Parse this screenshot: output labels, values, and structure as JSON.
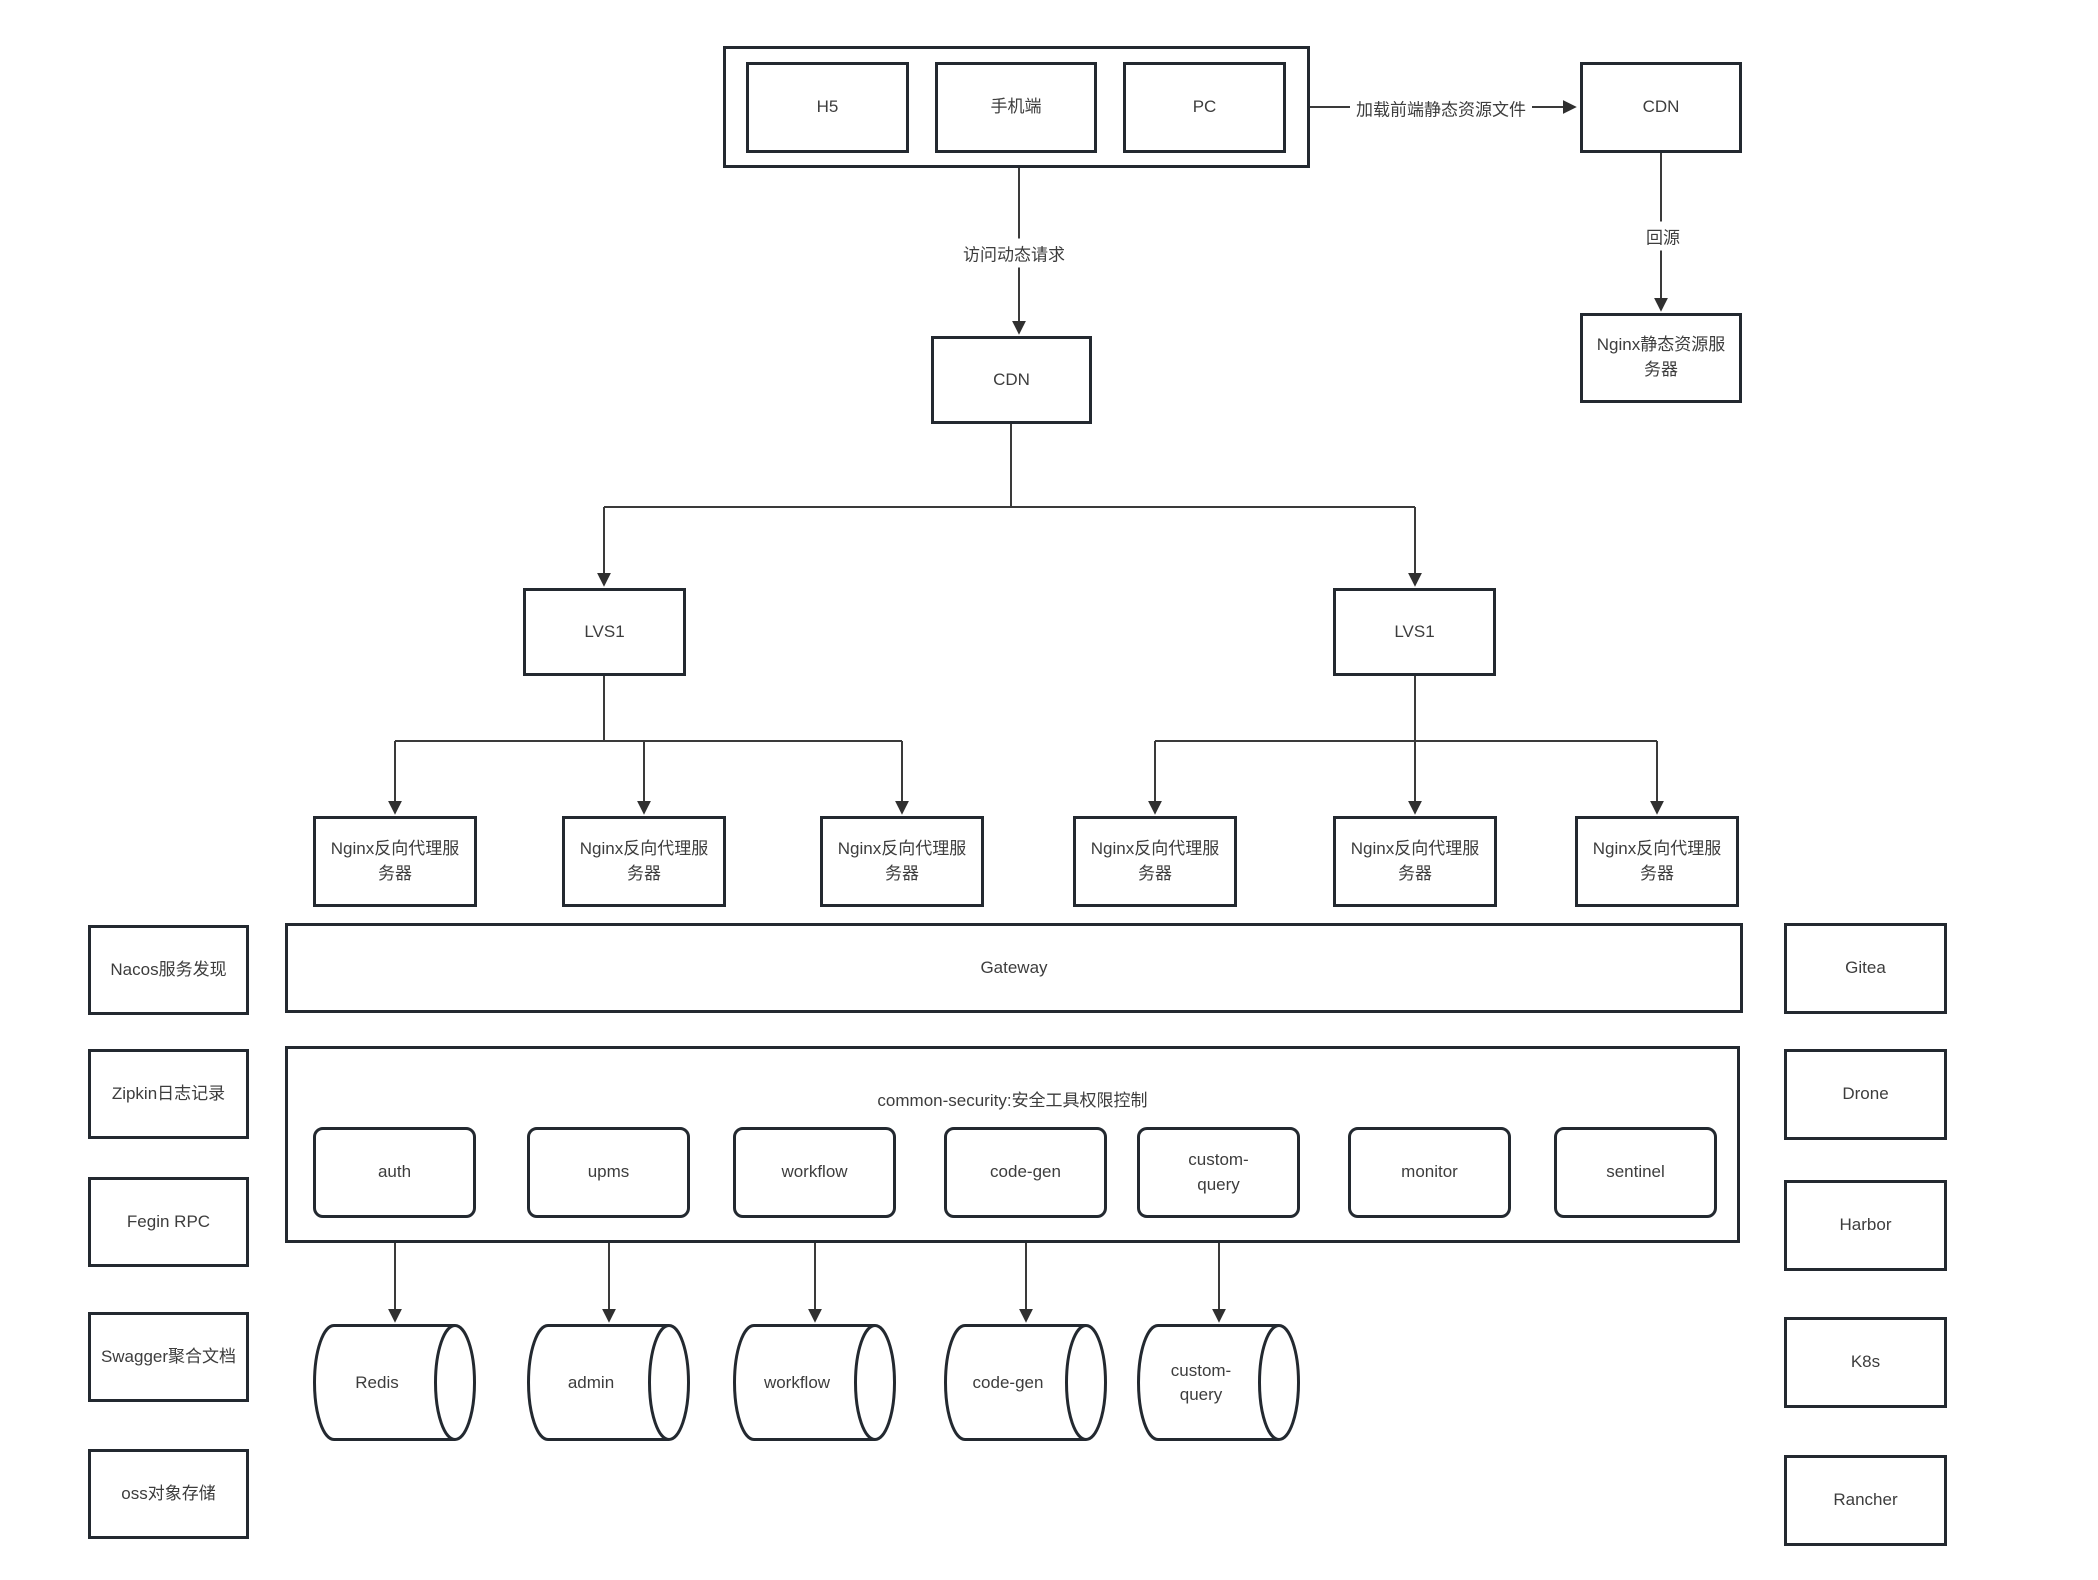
{
  "diagram": {
    "clients": {
      "items": [
        "H5",
        "手机端",
        "PC"
      ]
    },
    "edge_labels": {
      "load_static": "加载前端静态资源文件",
      "back_to_origin": "回源",
      "dynamic_request": "访问动态请求"
    },
    "cdn_static_label": "CDN",
    "nginx_static_label": "Nginx静态资源服务器",
    "cdn_dynamic_label": "CDN",
    "lvs": [
      "LVS1",
      "LVS1"
    ],
    "nginx_proxies": [
      "Nginx反向代理服务器",
      "Nginx反向代理服务器",
      "Nginx反向代理服务器",
      "Nginx反向代理服务器",
      "Nginx反向代理服务器",
      "Nginx反向代理服务器"
    ],
    "gateway_label": "Gateway",
    "security": {
      "title": "common-security:安全工具权限控制",
      "services": [
        "auth",
        "upms",
        "workflow",
        "code-gen",
        "custom-query",
        "monitor",
        "sentinel"
      ]
    },
    "databases": [
      "Redis",
      "admin",
      "workflow",
      "code-gen",
      "custom-query"
    ],
    "left_column": [
      "Nacos服务发现",
      "Zipkin日志记录",
      "Fegin RPC",
      "Swagger聚合文档",
      "oss对象存储"
    ],
    "right_column": [
      "Gitea",
      "Drone",
      "Harbor",
      "K8s",
      "Rancher"
    ],
    "colors": {
      "box_stroke": "#232930",
      "connector": "#3a3a3a",
      "text": "#3d3d3d",
      "background": "#ffffff"
    }
  }
}
